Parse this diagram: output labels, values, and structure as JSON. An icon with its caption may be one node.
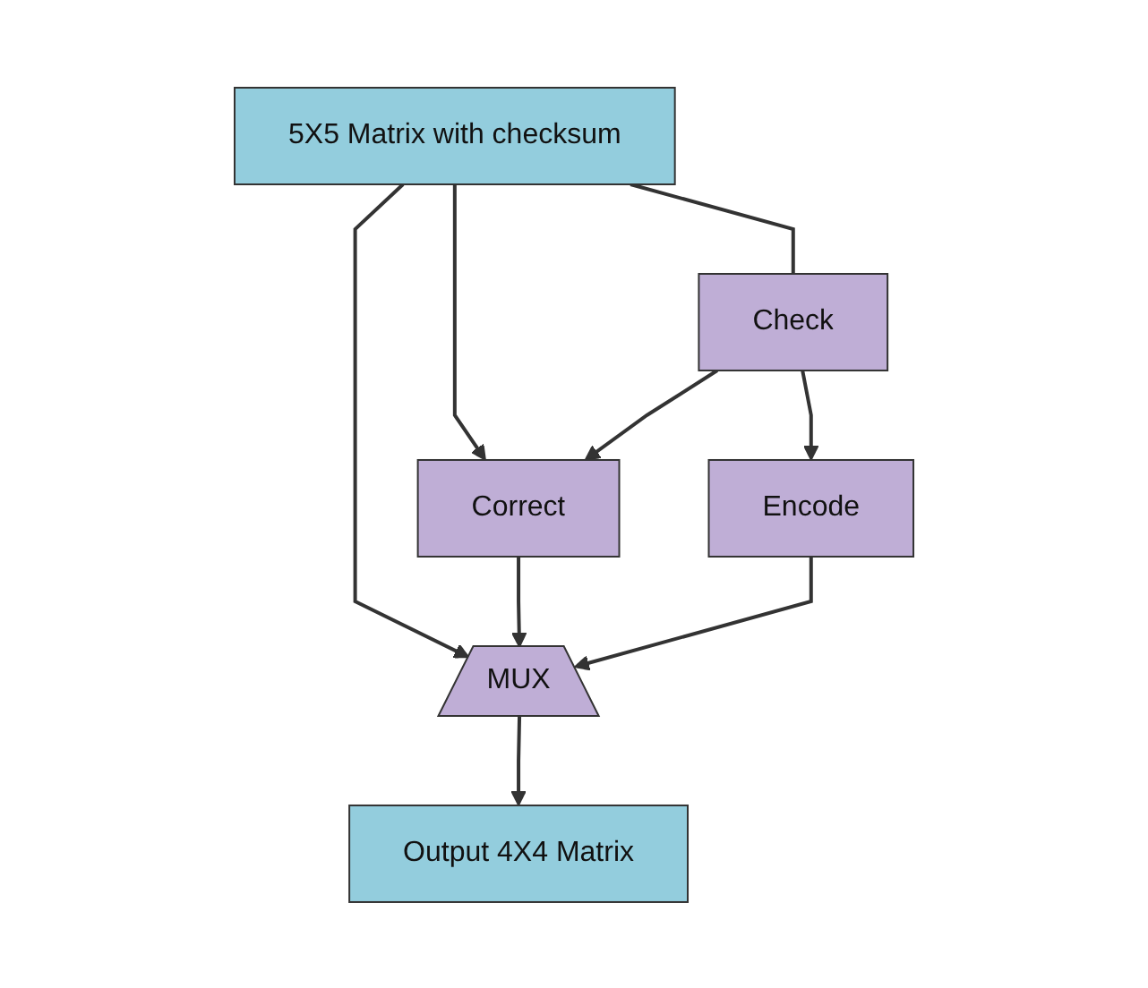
{
  "diagram": {
    "nodes": [
      {
        "text": [
          "5X5 Matrix with checksum"
        ]
      },
      {
        "text": [
          "Check"
        ]
      },
      {
        "text": [
          "MUX"
        ]
      },
      {
        "text": [
          "Output 4X4 Matrix"
        ]
      },
      {
        "text": [
          "Correct"
        ]
      },
      {
        "text": [
          "Encode"
        ]
      }
    ],
    "edges": [
      {
        "from": 0,
        "to": 1,
        "arrow": "none"
      },
      {
        "from": 0,
        "to": 4,
        "arrow": "to"
      },
      {
        "from": 0,
        "to": 2,
        "arrow": "to"
      },
      {
        "from": 4,
        "to": 2,
        "arrow": "to"
      },
      {
        "from": 2,
        "to": 3,
        "arrow": "to"
      },
      {
        "from": 1,
        "to": 4,
        "arrow": "to"
      },
      {
        "from": 1,
        "to": 5,
        "arrow": "to"
      },
      {
        "from": 5,
        "to": 2,
        "arrow": "to"
      }
    ]
  }
}
